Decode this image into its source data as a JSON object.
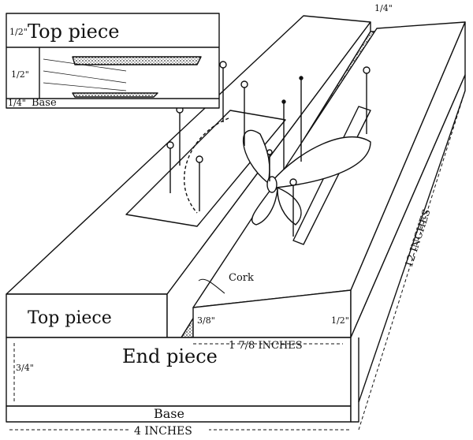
{
  "inset": {
    "top_piece_label": "Top piece",
    "top_thickness": "1/2\"",
    "gap_width": "1/2\"",
    "base_thickness": "1/4\"",
    "base_label": "Base"
  },
  "main": {
    "groove_width_top": "1/4\"",
    "cork_label": "Cork",
    "top_piece_label": "Top piece",
    "cork_depth": "3/8\"",
    "top_piece_height": "1/2\"",
    "end_piece_label": "End piece",
    "groove_span": "1 7/8 INCHES",
    "end_piece_height": "3/4\"",
    "base_label": "Base",
    "width_label": "4 INCHES",
    "length_label": "12 INCHES"
  },
  "colors": {
    "ink": "#111111",
    "paper": "#ffffff",
    "cork": "#555555"
  }
}
